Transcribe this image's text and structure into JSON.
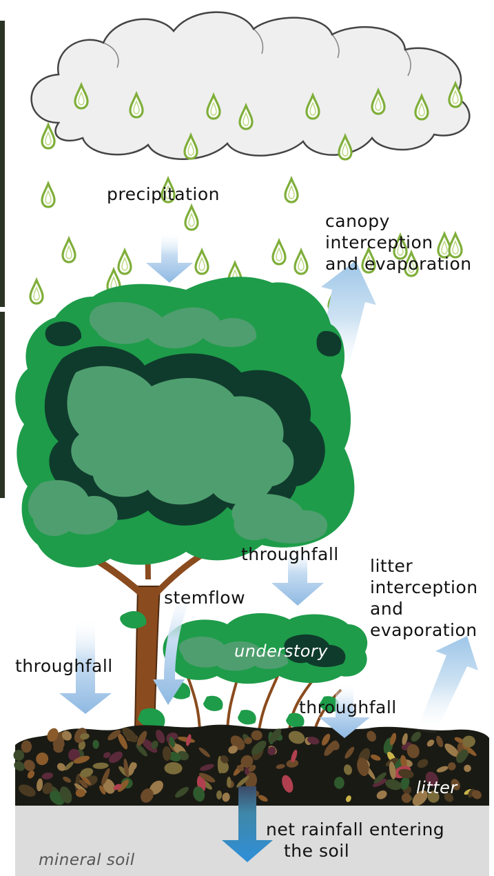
{
  "labels": {
    "precipitation": "precipitation",
    "canopy_line1": "canopy",
    "canopy_line2": "interception",
    "canopy_line3": "and evaporation",
    "throughfall_top": "throughfall",
    "stemflow": "stemflow",
    "litter_line1": "litter",
    "litter_line2": "interception",
    "litter_line3": "and",
    "litter_line4": "evaporation",
    "understory": "understory",
    "throughfall_left": "throughfall",
    "throughfall_right": "throughfall",
    "litter": "litter",
    "net_line1": "net rainfall entering",
    "net_line2": "the soil",
    "mineral_soil": "mineral soil"
  },
  "colors": {
    "cloud_fill": "#efefef",
    "cloud_stroke": "#444444",
    "drop_stroke": "#7fae3a",
    "canopy_dark": "#0f3b2c",
    "canopy_mid": "#1e9c4a",
    "canopy_light": "#4f9e6f",
    "trunk": "#8a4b1e",
    "arrow_down": "#9cc3e6",
    "arrow_up": "#a9cde8",
    "litter_bg": "#1a1a14",
    "soil": "#dcdcdc",
    "soil_arrow": "#3b8fd0"
  },
  "icons": [
    "cloud-icon",
    "raindrop-icon",
    "tree-icon",
    "understory-shrub-icon",
    "arrow-down-icon",
    "arrow-up-icon"
  ]
}
